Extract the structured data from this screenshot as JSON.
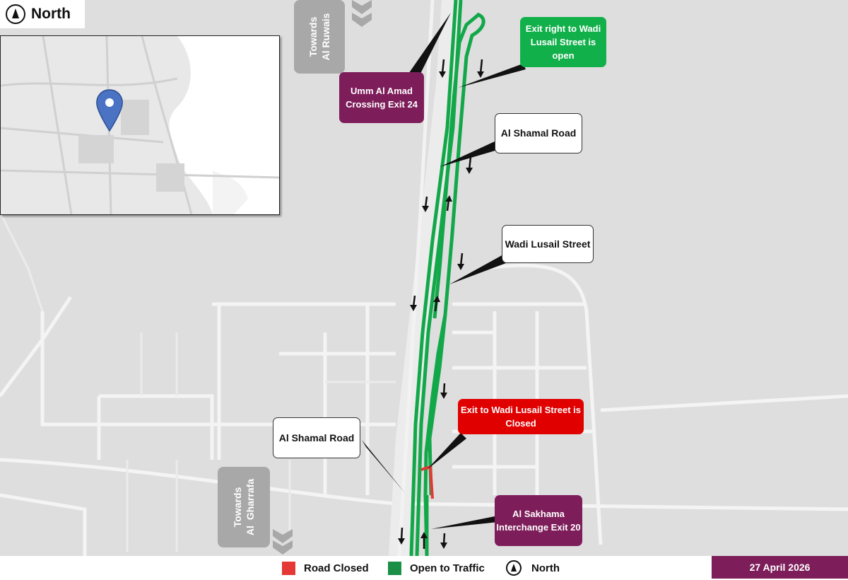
{
  "header": {
    "north_label": "North"
  },
  "callouts": {
    "umm_al_amad": "Umm Al Amad Crossing Exit 24",
    "exit_right_open": "Exit right to Wadi Lusail Street is open",
    "al_shamal_top": "Al Shamal Road",
    "wadi_lusail": "Wadi Lusail Street",
    "exit_closed": "Exit to Wadi Lusail Street is Closed",
    "al_shamal_bottom": "Al Shamal Road",
    "al_sakhama": "Al Sakhama Interchange Exit 20"
  },
  "towards": {
    "al_ruwais": "Towards Al Ruwais",
    "al_gharrafa_line1": "Towards",
    "al_gharrafa_line2": "Al  Gharrafa"
  },
  "legend": {
    "road_closed": "Road Closed",
    "open_to_traffic": "Open to Traffic",
    "north": "North"
  },
  "date": "27 April 2026",
  "colors": {
    "closed": "#e53935",
    "open": "#12a84a",
    "purple": "#7d1d5a",
    "green_callout": "#12b04b",
    "red_callout": "#e00000",
    "inset_pin": "#4a73c4"
  },
  "icons": [
    "north-arrow-icon",
    "location-pin-icon",
    "direction-arrow-icon",
    "chevron-icon"
  ]
}
